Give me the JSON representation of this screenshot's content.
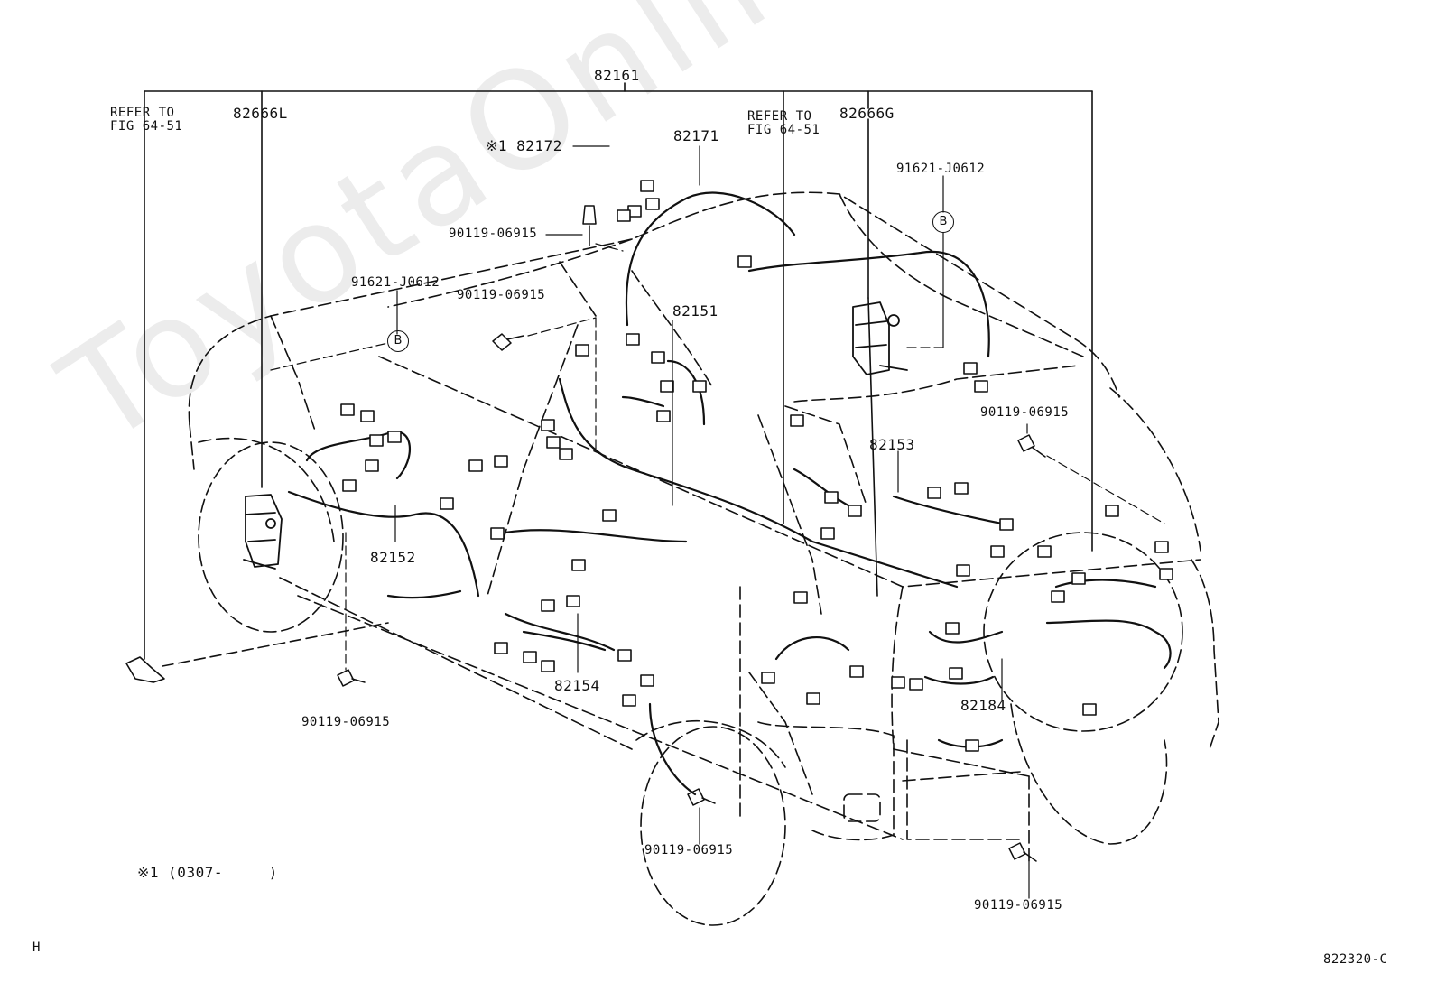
{
  "diagram": {
    "parts": {
      "harness_main": "82161",
      "left_bracket": "82666L",
      "right_bracket": "82666G",
      "roof_wire": "82171",
      "sub_wire_note": "※1 82172",
      "wire_82151": "82151",
      "wire_82152": "82152",
      "wire_82153": "82153",
      "wire_82154": "82154",
      "wire_82184": "82184"
    },
    "refer_left": [
      "REFER TO",
      "FIG 64-51"
    ],
    "refer_right": [
      "REFER TO",
      "FIG 64-51"
    ],
    "bolts": {
      "roof_bolt": "90119-06915",
      "mid_bolt": "90119-06915",
      "rear_bolt": "90119-06915",
      "left_bottom_bolt": "90119-06915",
      "wheel_bolt": "90119-06915",
      "right_bottom_bolt": "90119-06915"
    },
    "clips": {
      "left_clip": "91621-J0612",
      "right_clip": "91621-J0612"
    },
    "callout_letter": "B",
    "footnote": "※1 (0307-     )",
    "corner_letter": "H",
    "figure_code": "822320-C",
    "watermark": "ToyotaOnline.ru"
  }
}
